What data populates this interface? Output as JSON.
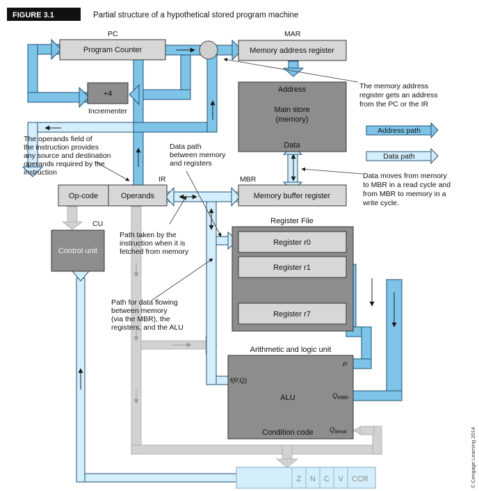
{
  "figure": {
    "number": "FIGURE 3.1",
    "title": "Partial structure of a hypothetical stored program machine"
  },
  "registers": {
    "pc_tag": "PC",
    "pc": "Program Counter",
    "incrementer_box": "+4",
    "incrementer_label": "Incrementer",
    "mar_tag": "MAR",
    "mar": "Memory address register",
    "mbr_tag": "MBR",
    "mbr": "Memory buffer register",
    "ir_tag": "IR",
    "opcode": "Op-code",
    "operands": "Operands",
    "cu_tag": "CU",
    "control_unit": "Control unit"
  },
  "memory": {
    "address": "Address",
    "main_store": "Main store",
    "memory_paren": "(memory)",
    "data": "Data"
  },
  "register_file": {
    "title": "Register File",
    "regs": [
      "Register r0",
      "Register r1",
      "Register r7"
    ]
  },
  "alu": {
    "title": "Arithmetic and logic unit",
    "p": "P",
    "q": "Q",
    "q_mbr_sub": "MBR",
    "q_literal_sub": "literal",
    "f": "f(P,Q)",
    "name": "ALU",
    "condition_code": "Condition code"
  },
  "ccr": {
    "flags": [
      "Z",
      "N",
      "C",
      "V"
    ],
    "label": "CCR"
  },
  "legend": {
    "address_path": "Address path",
    "data_path": "Data path"
  },
  "notes": {
    "mar_note": [
      "The memory address",
      "register gets an address",
      "from the PC or the IR"
    ],
    "operands_note": [
      "The operands field of",
      "the instruction provides",
      "any source and destination",
      "operands required by the",
      "instruction"
    ],
    "datapath_note": [
      "Data path",
      "between memory",
      "and registers"
    ],
    "mbr_note": [
      "Data moves from memory",
      "to MBR in a read cycle and",
      "from MBR to memory in a",
      "write cycle."
    ],
    "fetch_note": [
      "Path taken by the",
      "instruction when it is",
      "fetched from memory"
    ],
    "alu_note": [
      "Path for data flowing",
      "between memory",
      "(via the MBR), the",
      "registers, and the ALU"
    ]
  },
  "copyright": "© Cengage Learning 2014",
  "colors": {
    "address_path": "#7ec4e8",
    "data_path": "#d4eefb",
    "path_stroke": "#1e4f73",
    "box_light": "#d7d7d7",
    "box_dark": "#8d8d8d",
    "control_path": "#d2d2d2"
  }
}
